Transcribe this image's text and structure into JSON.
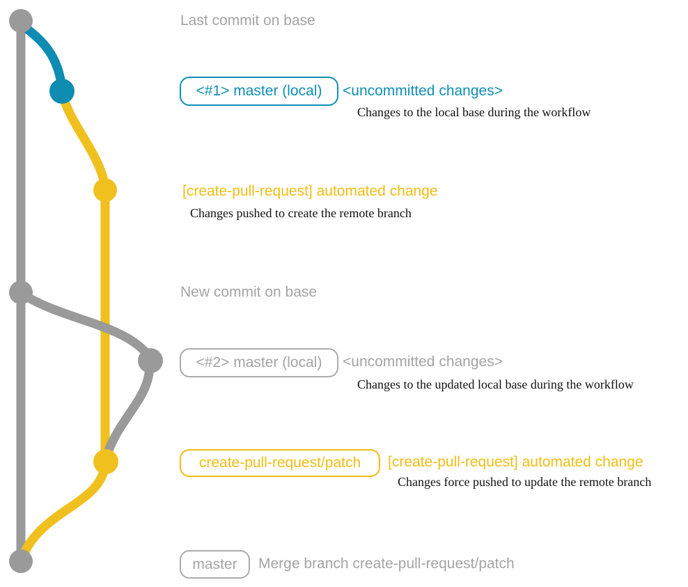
{
  "colors": {
    "gray_graph": "#9a9a9a",
    "gray_text": "#a4a4a4",
    "gray_border": "#ababab",
    "blue": "#0e8cb2",
    "blue_text": "#0f90b5",
    "yellow": "#f0c01e",
    "yellow_text": "#f2bd13",
    "serif_text": "#111111"
  },
  "rows": {
    "last_commit": {
      "caption": "Last commit on base"
    },
    "row1": {
      "branch_label": "<#1> master (local)",
      "annotation": "<uncommitted changes>",
      "description": "Changes to the local base during the workflow"
    },
    "row2": {
      "annotation": "[create-pull-request] automated change",
      "description": "Changes pushed to create the remote branch"
    },
    "new_commit": {
      "caption": "New commit on base"
    },
    "row3": {
      "branch_label": "<#2> master (local)",
      "annotation": "<uncommitted changes>",
      "description": "Changes to the updated local base during the workflow"
    },
    "row4": {
      "branch_label": "create-pull-request/patch",
      "annotation": "[create-pull-request] automated change",
      "description": "Changes force pushed to update the remote branch"
    },
    "merge": {
      "branch_label": "master",
      "caption": "Merge branch create-pull-request/patch"
    }
  }
}
